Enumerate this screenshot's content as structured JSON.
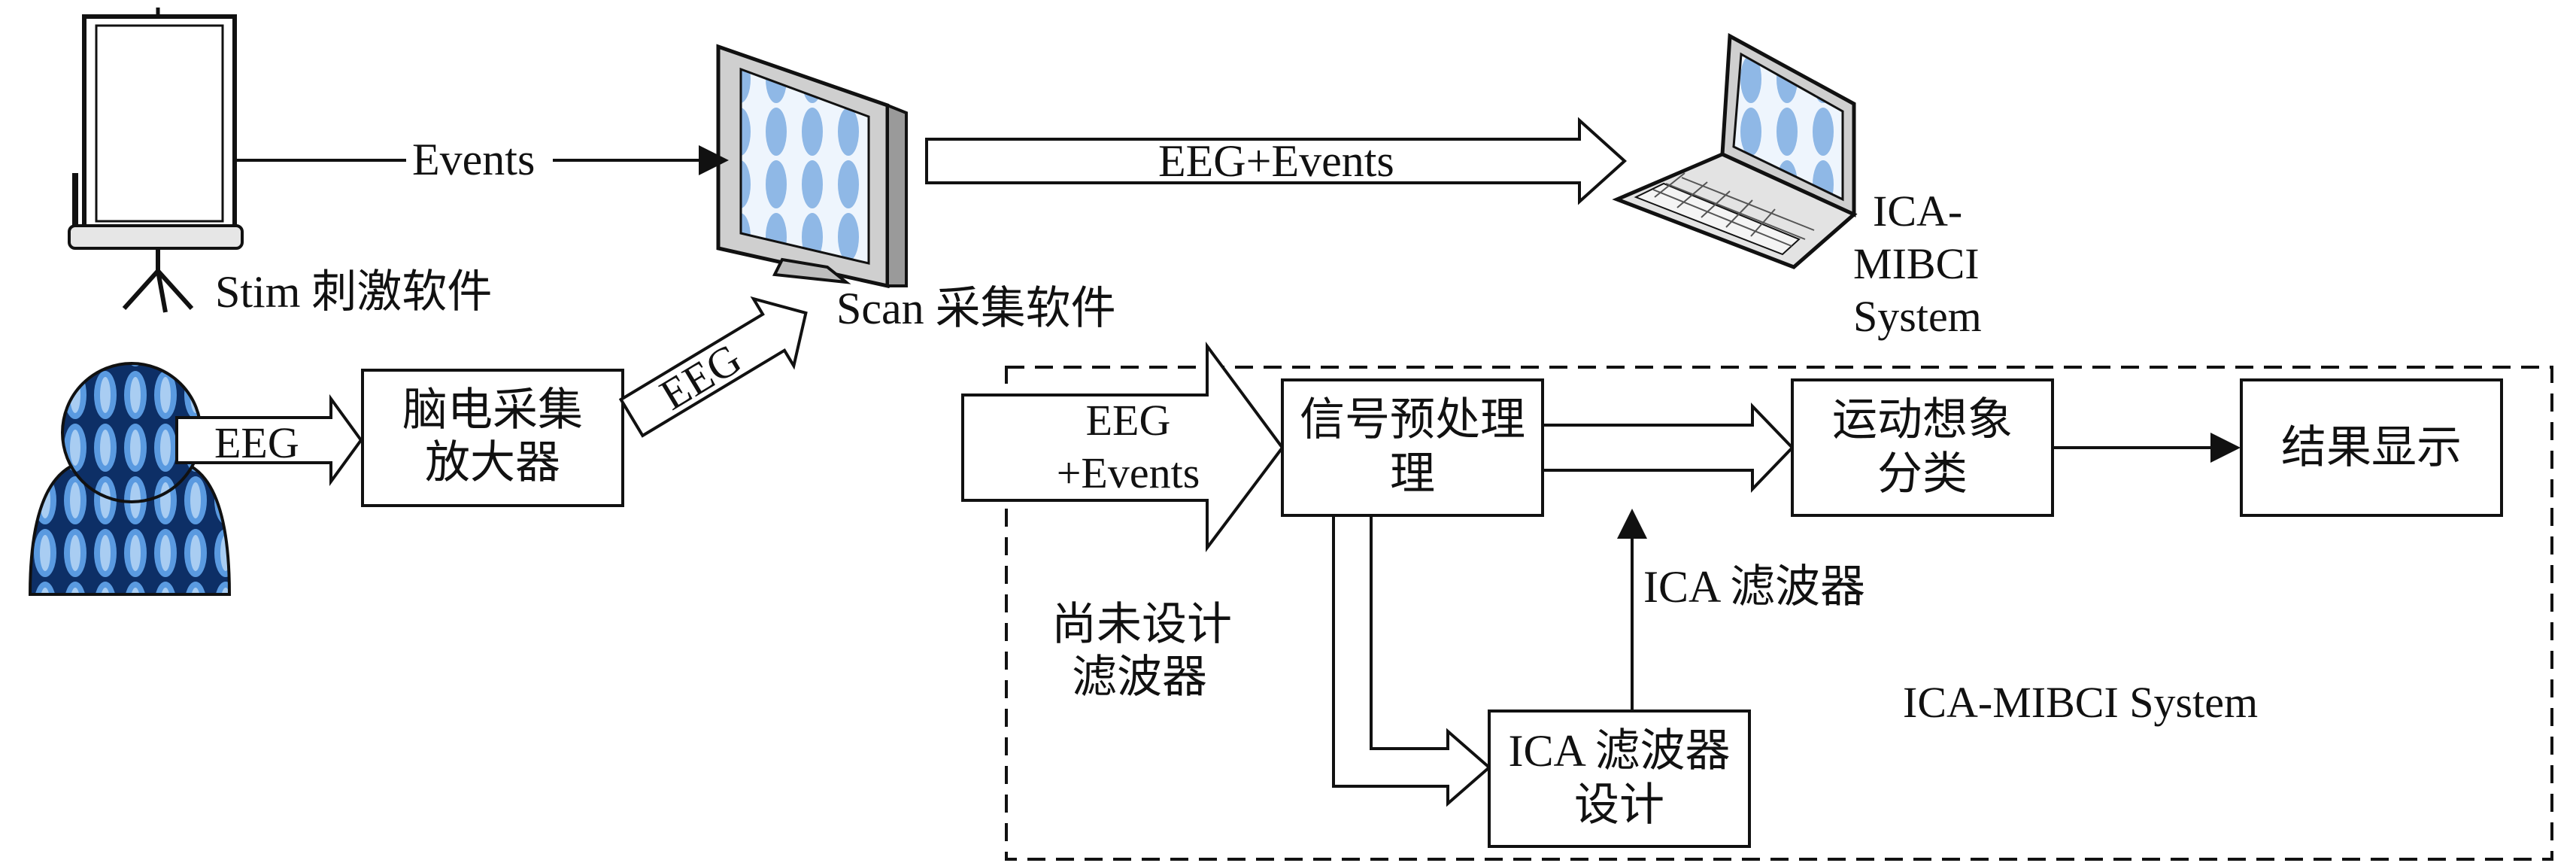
{
  "nodes": {
    "stim_label": "Stim 刺激软件",
    "scan_label": "Scan 采集软件",
    "laptop_label": [
      "ICA-",
      "MIBCI",
      "System"
    ],
    "amplifier": [
      "脑电采集",
      "放大器"
    ],
    "preprocess": [
      "信号预处理",
      "理"
    ],
    "classify": [
      "运动想象",
      "分类"
    ],
    "result": "结果显示",
    "ica_design": [
      "ICA 滤波器",
      "设计"
    ],
    "undesigned_filter": [
      "尚未设计",
      "滤波器"
    ]
  },
  "edges": {
    "events": "Events",
    "eeg_events_top": "EEG+Events",
    "eeg_user": "EEG",
    "eeg_scan": "EEG",
    "eeg_events_in": [
      "EEG",
      "+Events"
    ],
    "ica_filter": "ICA 滤波器"
  },
  "system_box_label": "ICA-MIBCI System",
  "colors": {
    "stroke": "#111111",
    "screen_blue": "#8fb8e6",
    "screen_blue_dark": "#2f6fb5",
    "monitor_gray": "#c9c9c9"
  }
}
